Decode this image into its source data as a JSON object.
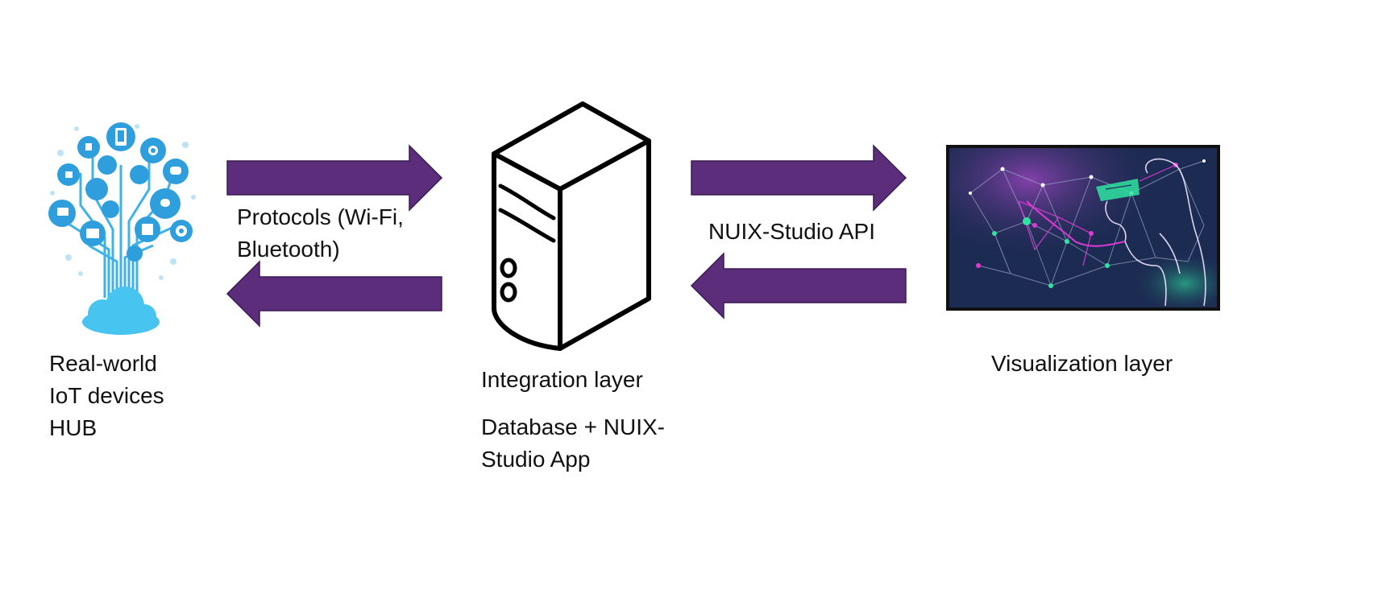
{
  "colors": {
    "arrow": "#5b2d7a",
    "arrow_stroke": "#3c1b55",
    "iot_blue": "#3fb2e6",
    "iot_dark": "#1f7fbf",
    "screen_bg": "#1c2b52",
    "screen_border": "#111111",
    "neon_pink": "#e03ad6",
    "neon_green": "#2fe3a0"
  },
  "icons": {
    "iot_tree": "iot-device-tree-icon",
    "server": "server-tower-icon",
    "vr_screen": "vr-visualization-screen-icon"
  },
  "labels": {
    "iot": {
      "line1": "Real-world",
      "line2": "IoT devices",
      "line3": "HUB"
    },
    "protocols": {
      "line1": "Protocols (Wi-Fi,",
      "line2": "Bluetooth)"
    },
    "integration": {
      "title": "Integration layer",
      "line1": "Database + NUIX-",
      "line2": "Studio App"
    },
    "api": "NUIX-Studio API",
    "visualization": "Visualization layer"
  }
}
